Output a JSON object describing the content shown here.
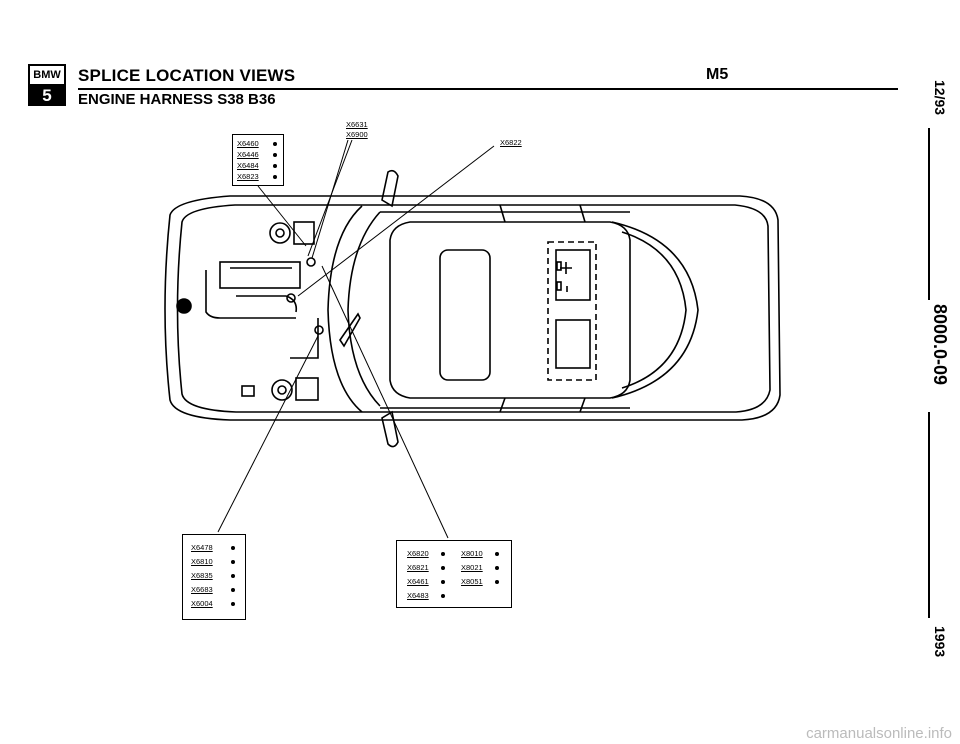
{
  "header": {
    "logo_top": "BMW",
    "logo_bottom": "5",
    "title": "SPLICE LOCATION VIEWS",
    "subtitle": "ENGINE HARNESS S38 B36",
    "model": "M5"
  },
  "side": {
    "date": "12/93",
    "doc_number": "8000.0-09",
    "year": "1993"
  },
  "callouts": {
    "top_pair": [
      "X6631",
      "X6900"
    ],
    "right_single": "X6822"
  },
  "boxes": {
    "top_left": [
      "X6460",
      "X6446",
      "X6484",
      "X6823"
    ],
    "bottom_left": [
      "X6478",
      "X6810",
      "X6835",
      "X6683",
      "X6004"
    ],
    "bottom_center_col1": [
      "X6820",
      "X6821",
      "X6461",
      "X6483"
    ],
    "bottom_center_col2": [
      "X8010",
      "X8021",
      "X8051"
    ]
  },
  "footer": "carmanualsonline.info"
}
